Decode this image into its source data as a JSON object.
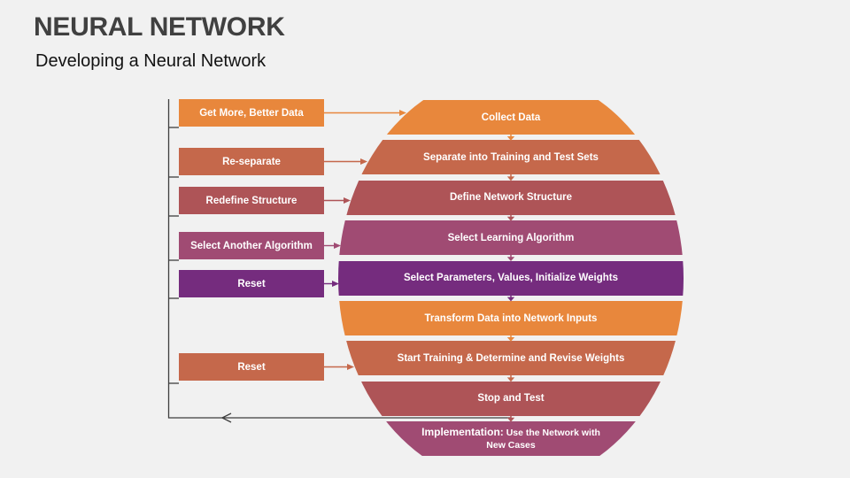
{
  "slide": {
    "title": "NEURAL NETWORK",
    "subtitle": "Developing a Neural Network"
  },
  "colors": {
    "orange": "#E8873C",
    "brick": "#C5684B",
    "maroon": "#AE5457",
    "magenta": "#A04B73",
    "purple": "#752C7E",
    "line": "#3F3F3F",
    "title_text": "#404040",
    "subtitle_text": "#121212",
    "background": "#F1F1F1",
    "step_text": "#FFFFFF"
  },
  "diagram": {
    "feedback_boxes": [
      {
        "label": "Get More, Better Data",
        "color_key": "orange"
      },
      {
        "label": "Re-separate",
        "color_key": "brick"
      },
      {
        "label": "Redefine Structure",
        "color_key": "maroon"
      },
      {
        "label": "Select Another Algorithm",
        "color_key": "magenta"
      },
      {
        "label": "Reset",
        "color_key": "purple"
      },
      {
        "label": "Reset",
        "color_key": "brick"
      }
    ],
    "steps": [
      {
        "label": "Collect Data",
        "color_key": "orange"
      },
      {
        "label": "Separate into Training and Test Sets",
        "color_key": "brick"
      },
      {
        "label": "Define Network Structure",
        "color_key": "maroon"
      },
      {
        "label": "Select Learning Algorithm",
        "color_key": "magenta"
      },
      {
        "label": "Select Parameters, Values, Initialize Weights",
        "color_key": "purple"
      },
      {
        "label": "Transform Data into Network Inputs",
        "color_key": "orange"
      },
      {
        "label": "Start Training & Determine and Revise Weights",
        "color_key": "brick"
      },
      {
        "label": "Stop and Test",
        "color_key": "maroon"
      },
      {
        "label_prefix": "Implementation:",
        "label": "Use the Network with New Cases",
        "color_key": "magenta"
      }
    ]
  }
}
